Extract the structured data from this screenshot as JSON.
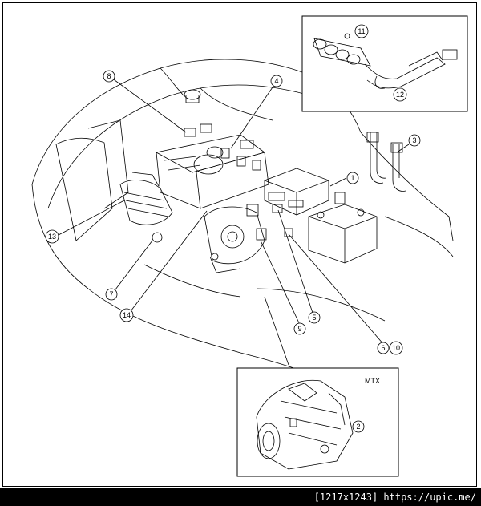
{
  "callouts": {
    "c1": "1",
    "c2": "2",
    "c3": "3",
    "c4": "4",
    "c5": "5",
    "c6": "6",
    "c7": "7",
    "c8": "8",
    "c9": "9",
    "c10": "10",
    "c11": "11",
    "c12": "12",
    "c13": "13",
    "c14": "14"
  },
  "inset_mtx_label": "MTX",
  "footer_text": "[1217x1243] https://upic.me/"
}
